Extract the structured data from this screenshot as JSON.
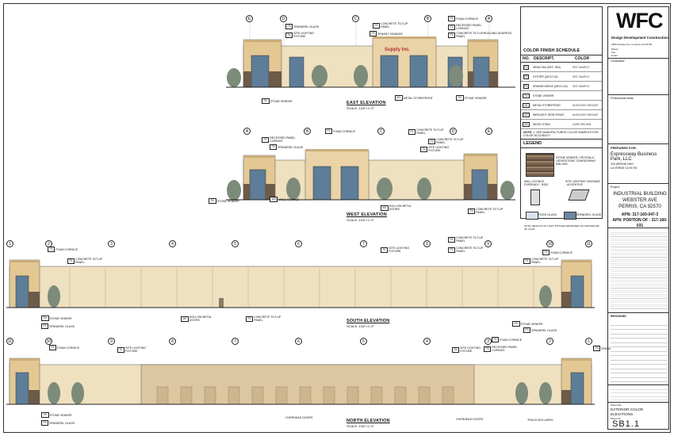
{
  "title_block": {
    "firm_name": "WFC",
    "firm_tagline": "Design Development Construction",
    "firm_address": "4000 Anyway Ave. La Verne CA 91750",
    "firm_phone_labels": [
      "Phone",
      "Fax",
      "Email"
    ],
    "consultant_label": "Consultant:",
    "professional_seals_label": "Professional seals:",
    "prepared_for_label": "PREPARED FOR:",
    "client_name": "Expressway Business Park, LLC",
    "client_address_1": "320 ARROW HWY",
    "client_address_2": "LA VERNE CA 91750",
    "project_label": "Project:",
    "project_name_1": "INDUSTRIAL BUILDING",
    "project_name_2": "WEBSTER AVE",
    "project_name_3": "PERRIS, CA 92570",
    "apn_1": "APN: 317-160-047-3",
    "apn_2": "APN: PORTION OF : 317-160-031",
    "revisions_label": "REVISIONS",
    "sheet_title_label": "Sheet title:",
    "sheet_title_1": "EXTERIOR COLOR",
    "sheet_title_2": "ELEVATIONS",
    "sheet_no_label": "Sheet No.",
    "sheet_no": "SB1.1"
  },
  "color_schedule": {
    "title": "COLOR FINISH SCHEDULE",
    "headers": [
      "NO.",
      "DESCRIPT.",
      "COLOR"
    ],
    "rows": [
      {
        "no": "P1",
        "desc": "HEMA TAN (DEC TAN)",
        "color": "SEE SAMPLE"
      },
      {
        "no": "P2",
        "desc": "OYSTER (DECO #2)",
        "color": "SEE SAMPLE"
      },
      {
        "no": "P3",
        "desc": "SPANISH BEIGE (DECO #3)",
        "color": "SEE SAMPLE"
      },
      {
        "no": "SV",
        "desc": "STONE VENEER",
        "color": ""
      },
      {
        "no": "M1",
        "desc": "METAL STOREFRONT",
        "color": "ANODIZED BRONZE"
      },
      {
        "no": "M2",
        "desc": "WROUGHT IRON FENCE",
        "color": "ANODIZED BRONZE"
      },
      {
        "no": "M3",
        "desc": "WOOD STAIN",
        "color": "DARK BROWN"
      }
    ],
    "note_label": "NOTE:",
    "note": "1. SEE MANUFACTURED COLOR SAMPLES FOR COLOR ACCURACY"
  },
  "legend": {
    "title": "LEGEND",
    "stone_label": "STONE VENEER, CRYSTALIC LEDGESTONE, CHARDONNAY 538-1002",
    "sconce_label": "WALL SCONCE EVEREADY - B320",
    "site_light_label": "SITE LIGHTING VISIONAIR - ACCENTIVE",
    "fixed_glass_label": "FIXED GLASS",
    "spandrel_label": "SPANDREL GLASS",
    "height_note": "NOTE: HEIGHTS OF LIGHT FIXTURE ARE BASED ON CENTERLINE OF LIGHT"
  },
  "elevations": [
    {
      "title": "EAST ELEVATION",
      "scale": "SCALE: 1/16\"=1'-0\"",
      "grid": [
        "E",
        "D",
        "C",
        "B",
        "A"
      ],
      "signage": "Supply Inc."
    },
    {
      "title": "WEST ELEVATION",
      "scale": "SCALE: 1/16\"=1'-0\"",
      "grid": [
        "A",
        "B",
        "C",
        "D",
        "E"
      ]
    },
    {
      "title": "SOUTH ELEVATION",
      "scale": "SCALE: 1/32\"=1'-0\"",
      "grid": [
        "1",
        "2",
        "3",
        "4",
        "5",
        "6",
        "7",
        "8",
        "9",
        "10",
        "11"
      ]
    },
    {
      "title": "NORTH ELEVATION",
      "scale": "SCALE: 1/32\"=1'-0\"",
      "grid": [
        "11",
        "10",
        "9",
        "8",
        "7",
        "6",
        "5",
        "4",
        "3",
        "2",
        "1"
      ]
    }
  ],
  "callouts": {
    "spandrel": "SPANDREL GLASS",
    "site_light": "SITE LIGHTING FIXTURE",
    "concrete": "CONCRETE TILT-UP PANEL",
    "foam": "FOAM CORNICE",
    "recessed": "RECESSED PANEL CORNICE",
    "stone": "STONE VENEER",
    "metal_store": "METAL STOREFRONT",
    "building_address": "BUILDING ADDRESS",
    "tenant_signage": "TENANT SIGNAGE",
    "hollow_metal": "HOLLOW METAL DOORS",
    "overhead": "OVERHEAD DOORS",
    "wall_sconce": "WALL SCONCE",
    "truck_bollards": "TRUCK BOLLARDS"
  },
  "colors": {
    "wall": "#efe0bf",
    "wall_dark": "#dcc7a0",
    "tower": "#e3c894",
    "glass": "#5d7d98",
    "stone": "#6e5a48",
    "tree": "#7d8b7a"
  }
}
